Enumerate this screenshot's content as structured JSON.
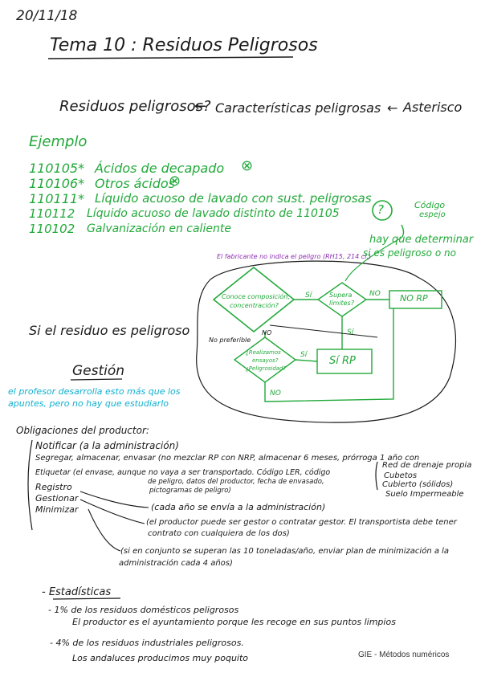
{
  "date": "20/11/18",
  "title": "Tema 10 : Residuos Peligrosos",
  "question_line": {
    "q": "Residuos peligrosos?",
    "arrow1": "←",
    "mid": "Características peligrosas",
    "arrow2": "←",
    "end": "Asterisco"
  },
  "example": {
    "heading": "Ejemplo",
    "rows": [
      {
        "code": "110105*",
        "text": "Ácidos de decapado",
        "mark": "⊗"
      },
      {
        "code": "110106*",
        "text": "Otros ácidos",
        "mark": "⊗"
      },
      {
        "code": "110111*",
        "text": "Líquido acuoso de lavado con sust. peligrosas",
        "mark": ""
      },
      {
        "code": "110112",
        "text": "Líquido acuoso de lavado distinto de 110105",
        "mark": ""
      },
      {
        "code": "110102",
        "text": "Galvanización en caliente",
        "mark": ""
      }
    ],
    "circle_q": "?",
    "codigo": "Código",
    "espejo": "espejo",
    "hay_que_1": "hay que determinar",
    "hay_que_2": "si es peligroso o no"
  },
  "flow": {
    "note": "El fabricante no indica el peligro (RH15, 214 cl.)",
    "q1_1": "Conoce composición,",
    "q1_2": "concentración?",
    "si1": "Sí",
    "supera_1": "Supera",
    "supera_2": "límites?",
    "no1": "NO",
    "no_rp": "NO RP",
    "no2": "NO",
    "si2": "Sí",
    "no_pref": "No preferible",
    "q2_1": "¿Realizamos",
    "q2_2": "ensayos?",
    "q2_3": "¿Peligrosidad?",
    "si3": "Sí",
    "si_rp": "Sí RP",
    "no3": "NO"
  },
  "si_residuo": "Si el residuo es peligroso",
  "gestion": "Gestión",
  "cyan_note_1": "el profesor desarrolla esto más que los",
  "cyan_note_2": "apuntes, pero no hay que estudiarlo",
  "obligaciones": {
    "heading": "Obligaciones del productor:",
    "items": [
      "Notificar (a la administración)",
      "Segregar, almacenar, envasar (no mezclar RP con NRP, almacenar 6 meses, prórroga 1 año con",
      "Etiquetar (el envase, aunque no vaya a ser transportado. Código LER, código",
      "Registro",
      "Gestionar",
      "Minimizar"
    ],
    "etiq_2": "de peligro, datos del productor, fecha de envasado,",
    "etiq_3": "pictogramas de peligro)",
    "brace_items": [
      "Red de drenaje propia",
      "Cubetos",
      "Cubierto (sólidos)",
      "Suelo Impermeable"
    ],
    "registro_note": "(cada año se envía a la administración)",
    "gestionar_note_1": "(el productor puede ser gestor o contratar gestor. El transportista debe tener",
    "gestionar_note_2": "contrato con cualquiera de los dos)",
    "minimizar_note_1": "(si en conjunto se superan las 10 toneladas/año, enviar plan de minimización a la",
    "minimizar_note_2": "administración cada 4 años)"
  },
  "estadisticas": {
    "heading": "- Estadísticas",
    "l1": "- 1% de los residuos domésticos peligrosos",
    "l2": "El productor es el ayuntamiento porque les recoge en sus puntos limpios",
    "l3": "- 4% de los residuos industriales peligrosos.",
    "l4": "Los andaluces producimos muy poquito"
  },
  "footer": "GIE - Métodos numéricos"
}
